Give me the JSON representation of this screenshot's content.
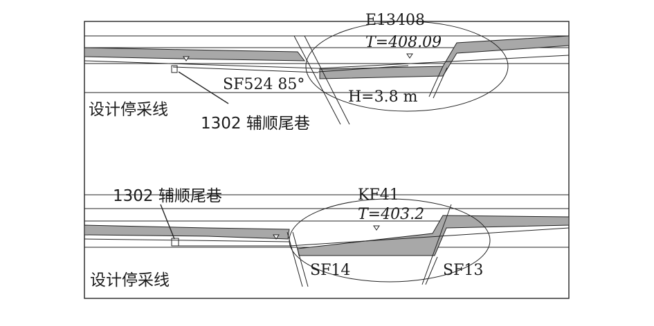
{
  "upper_panel": {
    "working_face_label": "E13408",
    "elevation_label": "T=408.09",
    "fault_label": "SF524 85°",
    "throw_label": "H=3.8 m",
    "stop_line_label": "设计停采线",
    "roadway_label": "1302 辅顺尾巷"
  },
  "lower_panel": {
    "working_face_label": "KF41",
    "elevation_label": "T=403.2",
    "fault_left_label": "SF14",
    "fault_right_label": "SF13",
    "stop_line_label": "设计停采线",
    "roadway_label": "1302 辅顺尾巷"
  },
  "colors": {
    "seam_fill": "#a8a8a8",
    "line": "#222222",
    "background": "#ffffff"
  }
}
